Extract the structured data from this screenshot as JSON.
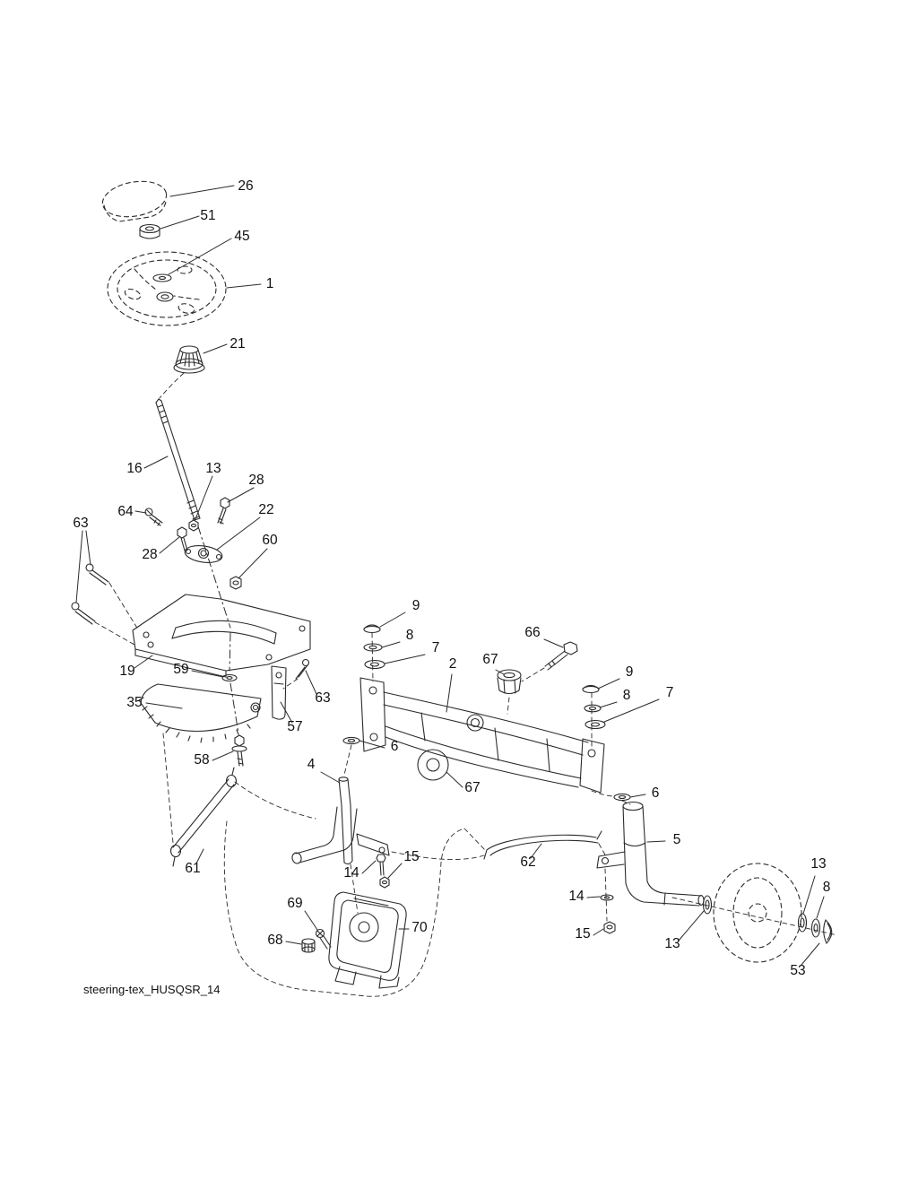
{
  "diagram": {
    "footer": "steering-tex_HUSQSR_14",
    "style": {
      "line_color": "#2b2b2b",
      "background": "#ffffff"
    },
    "callouts": [
      {
        "label": "26"
      },
      {
        "label": "51"
      },
      {
        "label": "45"
      },
      {
        "label": "1"
      },
      {
        "label": "21"
      },
      {
        "label": "16"
      },
      {
        "label": "13"
      },
      {
        "label": "28"
      },
      {
        "label": "64"
      },
      {
        "label": "28"
      },
      {
        "label": "22"
      },
      {
        "label": "60"
      },
      {
        "label": "63"
      },
      {
        "label": "19"
      },
      {
        "label": "59"
      },
      {
        "label": "35"
      },
      {
        "label": "57"
      },
      {
        "label": "63"
      },
      {
        "label": "58"
      },
      {
        "label": "9"
      },
      {
        "label": "8"
      },
      {
        "label": "7"
      },
      {
        "label": "2"
      },
      {
        "label": "66"
      },
      {
        "label": "67"
      },
      {
        "label": "9"
      },
      {
        "label": "8"
      },
      {
        "label": "7"
      },
      {
        "label": "6"
      },
      {
        "label": "4"
      },
      {
        "label": "67"
      },
      {
        "label": "6"
      },
      {
        "label": "5"
      },
      {
        "label": "61"
      },
      {
        "label": "62"
      },
      {
        "label": "14"
      },
      {
        "label": "15"
      },
      {
        "label": "14"
      },
      {
        "label": "15"
      },
      {
        "label": "69"
      },
      {
        "label": "68"
      },
      {
        "label": "70"
      },
      {
        "label": "13"
      },
      {
        "label": "13"
      },
      {
        "label": "8"
      },
      {
        "label": "53"
      }
    ]
  }
}
